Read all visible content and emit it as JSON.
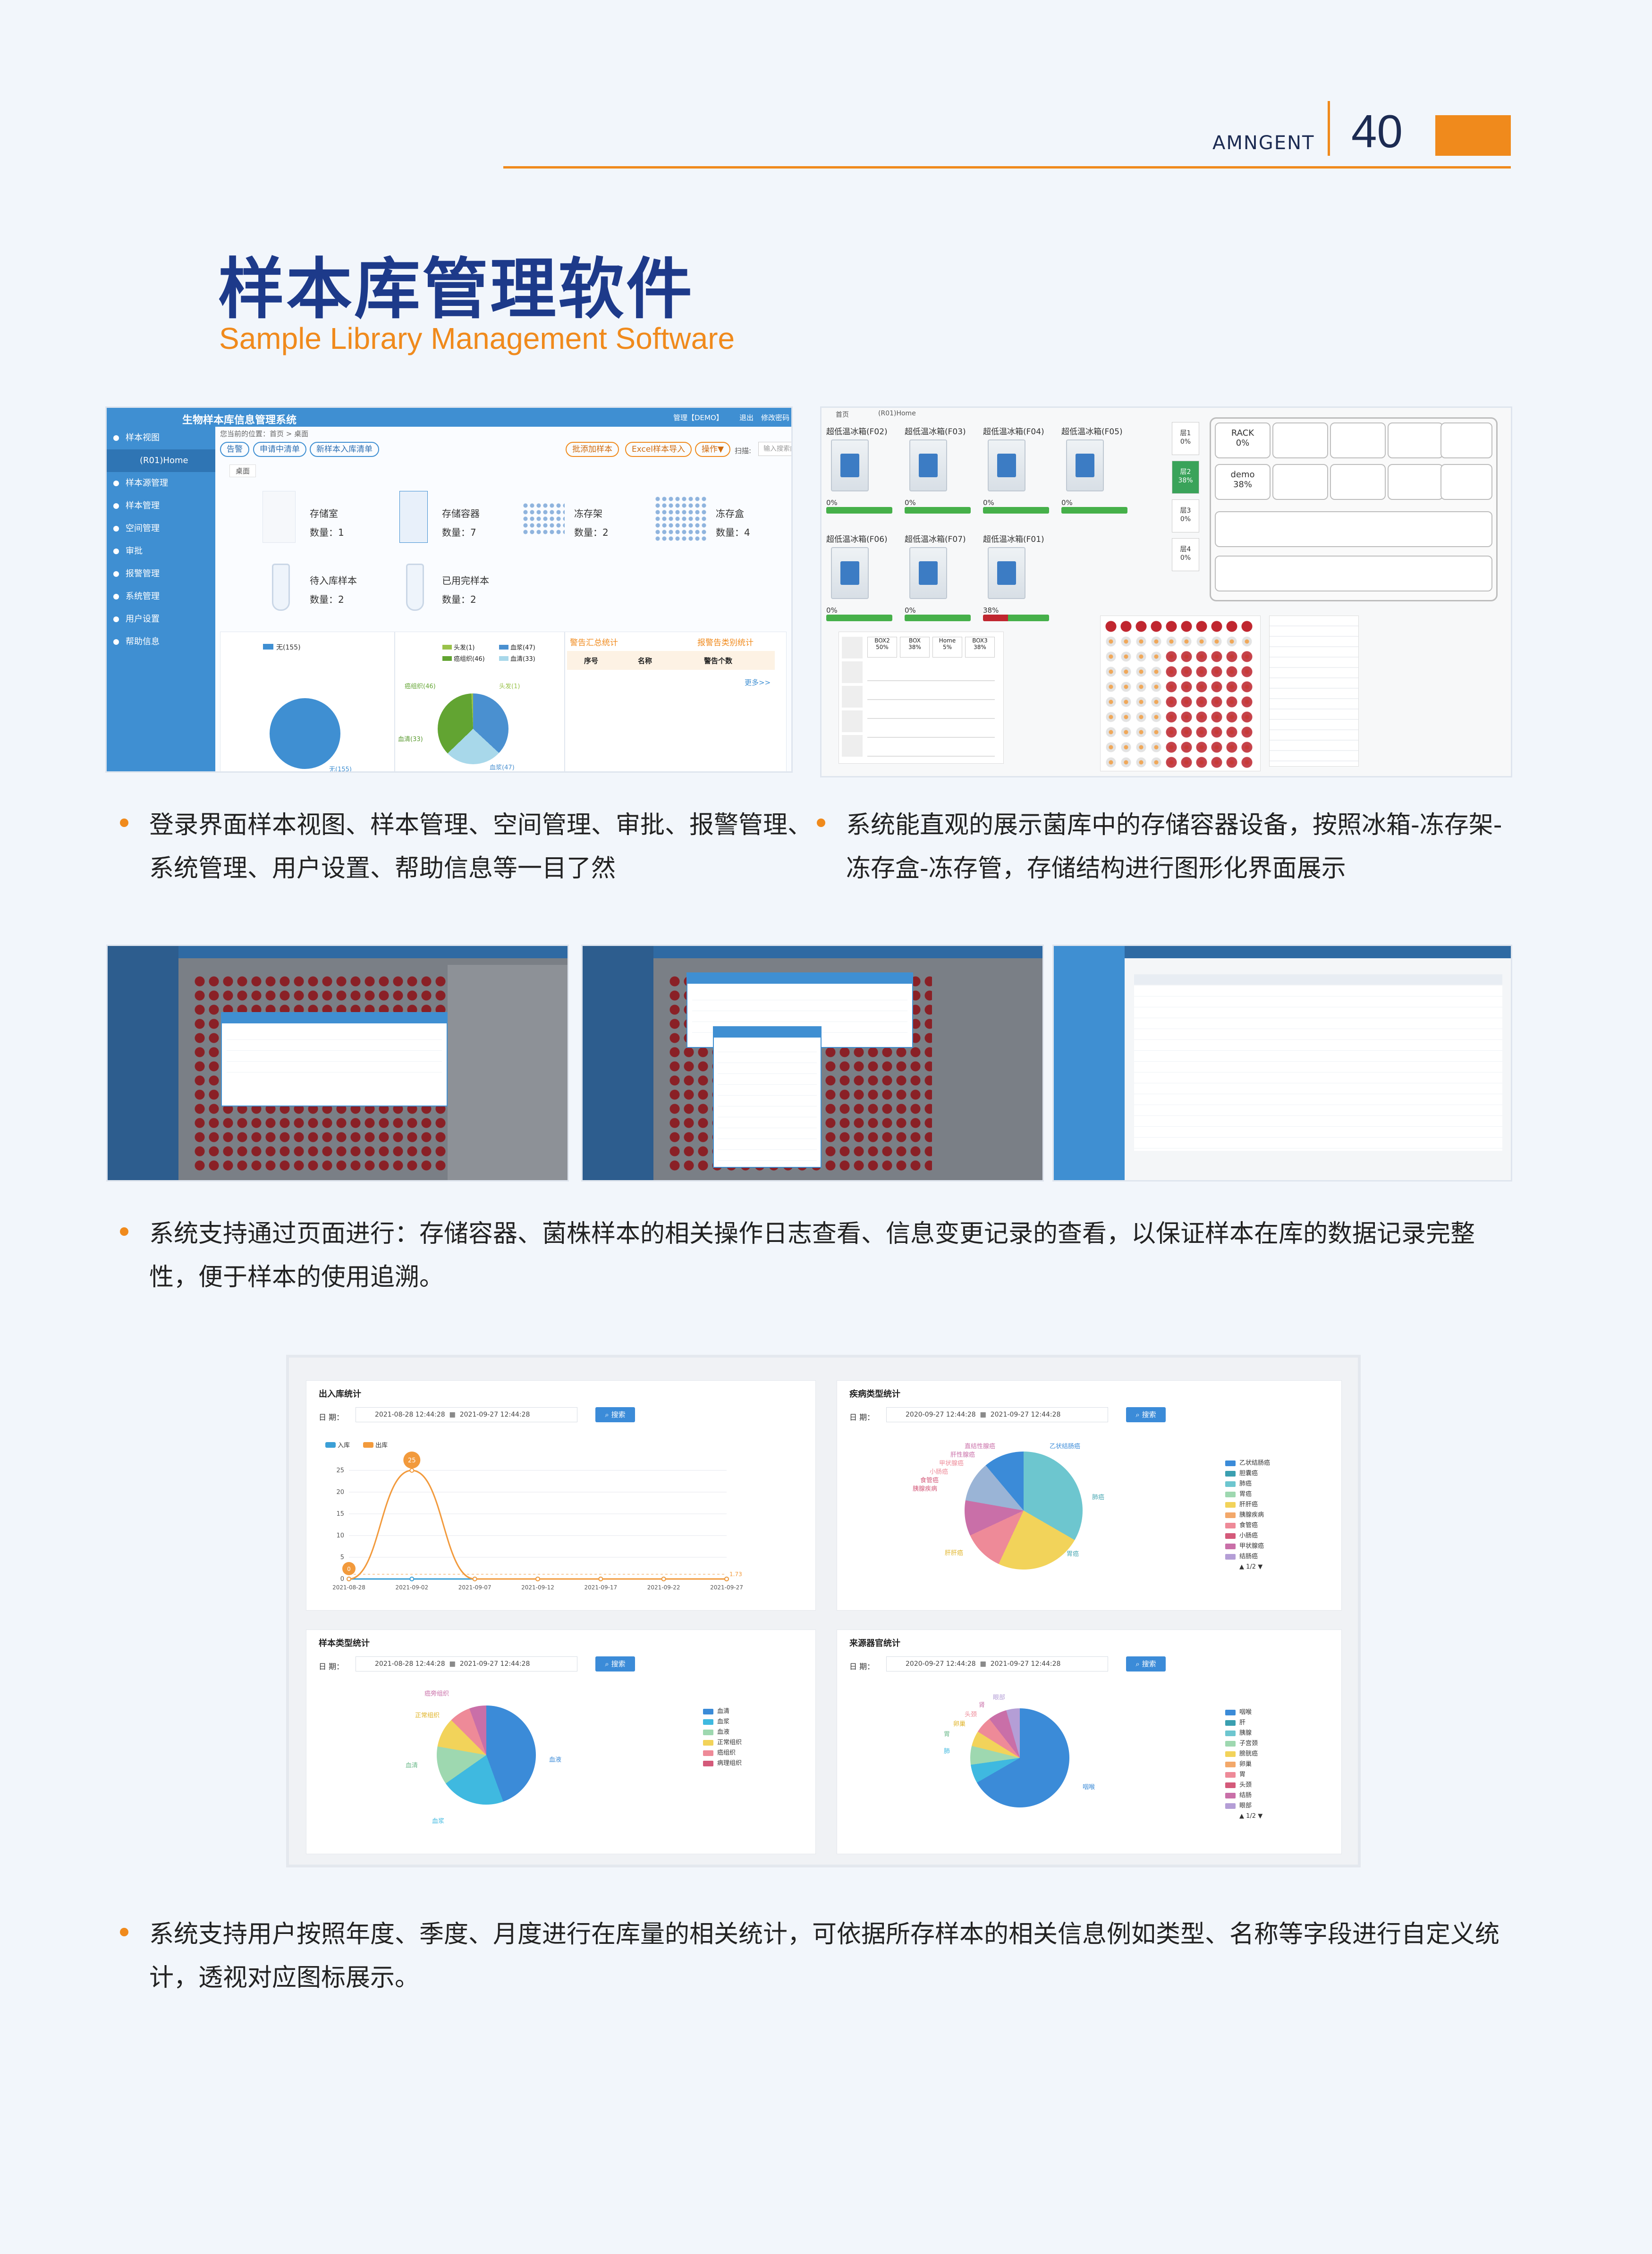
{
  "header": {
    "brand": "AMNGENT",
    "page_number": "40",
    "accent_color": "#f08a1c",
    "title_color": "#1d3a8a"
  },
  "title": {
    "cn": "样本库管理软件",
    "en": "Sample Library Management Software"
  },
  "screenshot1": {
    "system_title": "生物样本库信息管理系统",
    "user": "管理【DEMO】",
    "logout": "退出",
    "change_pwd": "修改密码",
    "sidebar": [
      "样本视图",
      "(R01)Home",
      "样本源管理",
      "样本管理",
      "空间管理",
      "审批",
      "报警管理",
      "系统管理",
      "用户设置",
      "帮助信息"
    ],
    "breadcrumb": "您当前的位置：首页 > 桌面",
    "tab": "桌面",
    "blue_buttons": [
      "告警",
      "申请中清单",
      "新样本入库清单"
    ],
    "orange_buttons": [
      "批添加样本",
      "Excel样本导入",
      "操作▼"
    ],
    "search_label": "扫描:",
    "search_placeholder": "输入搜索内容",
    "cards": [
      {
        "name": "存储室",
        "count": "数量：1"
      },
      {
        "name": "存储容器",
        "count": "数量：7"
      },
      {
        "name": "冻存架",
        "count": "数量：2"
      },
      {
        "name": "冻存盒",
        "count": "数量：4"
      },
      {
        "name": "待入库样本",
        "count": "数量：2"
      },
      {
        "name": "已用完样本",
        "count": "数量：2"
      }
    ],
    "left_legend": "无(155)",
    "left_pie_label": "无(155)",
    "mid_legend": [
      "头发(1)",
      "血浆(47)",
      "癌组织(46)",
      "血清(33)"
    ],
    "mid_pie_labels": [
      "癌组织(46)",
      "头发(1)",
      "血浆(47)",
      "血清(33)"
    ],
    "alert_tabs": [
      "警告汇总统计",
      "报警告类别统计"
    ],
    "alert_cols": [
      "序号",
      "名称",
      "警告个数"
    ],
    "more": "更多>>"
  },
  "screenshot2": {
    "tabs": [
      "首页",
      "(R01)Home"
    ],
    "freezers": [
      {
        "name": "超低温冰箱(F02)",
        "pct": "0%"
      },
      {
        "name": "超低温冰箱(F03)",
        "pct": "0%"
      },
      {
        "name": "超低温冰箱(F04)",
        "pct": "0%"
      },
      {
        "name": "超低温冰箱(F05)",
        "pct": "0%"
      },
      {
        "name": "超低温冰箱(F06)",
        "pct": "0%"
      },
      {
        "name": "超低温冰箱(F07)",
        "pct": "0%"
      },
      {
        "name": "超低温冰箱(F01)",
        "pct": "38%"
      }
    ],
    "shelves": [
      {
        "name": "层1",
        "pct": "0%"
      },
      {
        "name": "层2",
        "pct": "38%"
      },
      {
        "name": "层3",
        "pct": "0%"
      },
      {
        "name": "层4",
        "pct": "0%"
      }
    ],
    "racks": [
      {
        "name": "RACK",
        "pct": "0%"
      },
      {
        "name": "demo",
        "pct": "38%"
      }
    ],
    "boxes": [
      {
        "name": "BOX2",
        "pct": "50%"
      },
      {
        "name": "BOX",
        "pct": "38%"
      },
      {
        "name": "Home",
        "pct": "5%"
      },
      {
        "name": "BOX3",
        "pct": "38%"
      }
    ]
  },
  "captions": {
    "c1": "登录界面样本视图、样本管理、空间管理、审批、报警管理、系统管理、用户设置、帮助信息等一目了然",
    "c2": "系统能直观的展示菌库中的存储容器设备，按照冰箱-冻存架-冻存盒-冻存管，存储结构进行图形化界面展示",
    "c3": "系统支持通过页面进行：存储容器、菌株样本的相关操作日志查看、信息变更记录的查看，以保证样本在库的数据记录完整性，便于样本的使用追溯。",
    "c4": "系统支持用户按照年度、季度、月度进行在库量的相关统计，可依据所存样本的相关信息例如类型、名称等字段进行自定义统计，透视对应图标展示。"
  },
  "dashboard": {
    "date_label": "日 期：",
    "search_btn": "搜索",
    "cards": [
      {
        "title": "出入库统计",
        "start": "2021-08-28 12:44:28",
        "end": "2021-09-27 12:44:28"
      },
      {
        "title": "疾病类型统计",
        "start": "2020-09-27 12:44:28",
        "end": "2021-09-27 12:44:28"
      },
      {
        "title": "样本类型统计",
        "start": "2021-08-28 12:44:28",
        "end": "2021-09-27 12:44:28"
      },
      {
        "title": "来源器官统计",
        "start": "2020-09-27 12:44:28",
        "end": "2021-09-27 12:44:28"
      }
    ],
    "disease_legend": [
      "乙状结肠癌",
      "胆囊癌",
      "肺癌",
      "胃癌",
      "肝肝癌",
      "胰腺疾病",
      "食管癌",
      "小肠癌",
      "甲状腺癌",
      "结肠癌"
    ],
    "disease_pie_labels": [
      "直结性腺癌",
      "肝性腺癌",
      "甲状腺癌",
      "小肠癌",
      "食管癌",
      "胰腺疾病",
      "肝肝癌",
      "乙状结肠癌",
      "肺癌",
      "胃癌"
    ],
    "disease_page": "1/2",
    "sample_legend": [
      "血清",
      "血浆",
      "血液",
      "正常组织",
      "癌组织",
      "病理组织"
    ],
    "sample_pie_labels": [
      "癌旁组织",
      "正常组织",
      "血清",
      "血浆",
      "血液"
    ],
    "organ_legend": [
      "咽喉",
      "肝",
      "胰腺",
      "子宫颈",
      "膀胱癌",
      "卵巢",
      "胃",
      "头颈",
      "结肠",
      "眼部"
    ],
    "organ_pie_labels": [
      "眼部",
      "肾",
      "头颈",
      "卵巢",
      "胃",
      "肺",
      "咽喉"
    ],
    "organ_page": "1/2"
  },
  "chart_data": {
    "type": "line",
    "title": "出入库统计",
    "x": [
      "2021-08-28",
      "2021-09-02",
      "2021-09-07",
      "2021-09-12",
      "2021-09-17",
      "2021-09-22",
      "2021-09-27"
    ],
    "ylim": [
      0,
      25
    ],
    "yticks": [
      0,
      5,
      10,
      15,
      20,
      25
    ],
    "series": [
      {
        "name": "入库",
        "color": "#3b9fd6",
        "values": [
          0,
          0,
          0,
          0,
          0,
          0,
          0
        ]
      },
      {
        "name": "出库",
        "color": "#f29a3c",
        "values": [
          0,
          25,
          0,
          0,
          0,
          0,
          0
        ]
      }
    ],
    "annotations": [
      "25",
      "0",
      "1.73"
    ]
  }
}
